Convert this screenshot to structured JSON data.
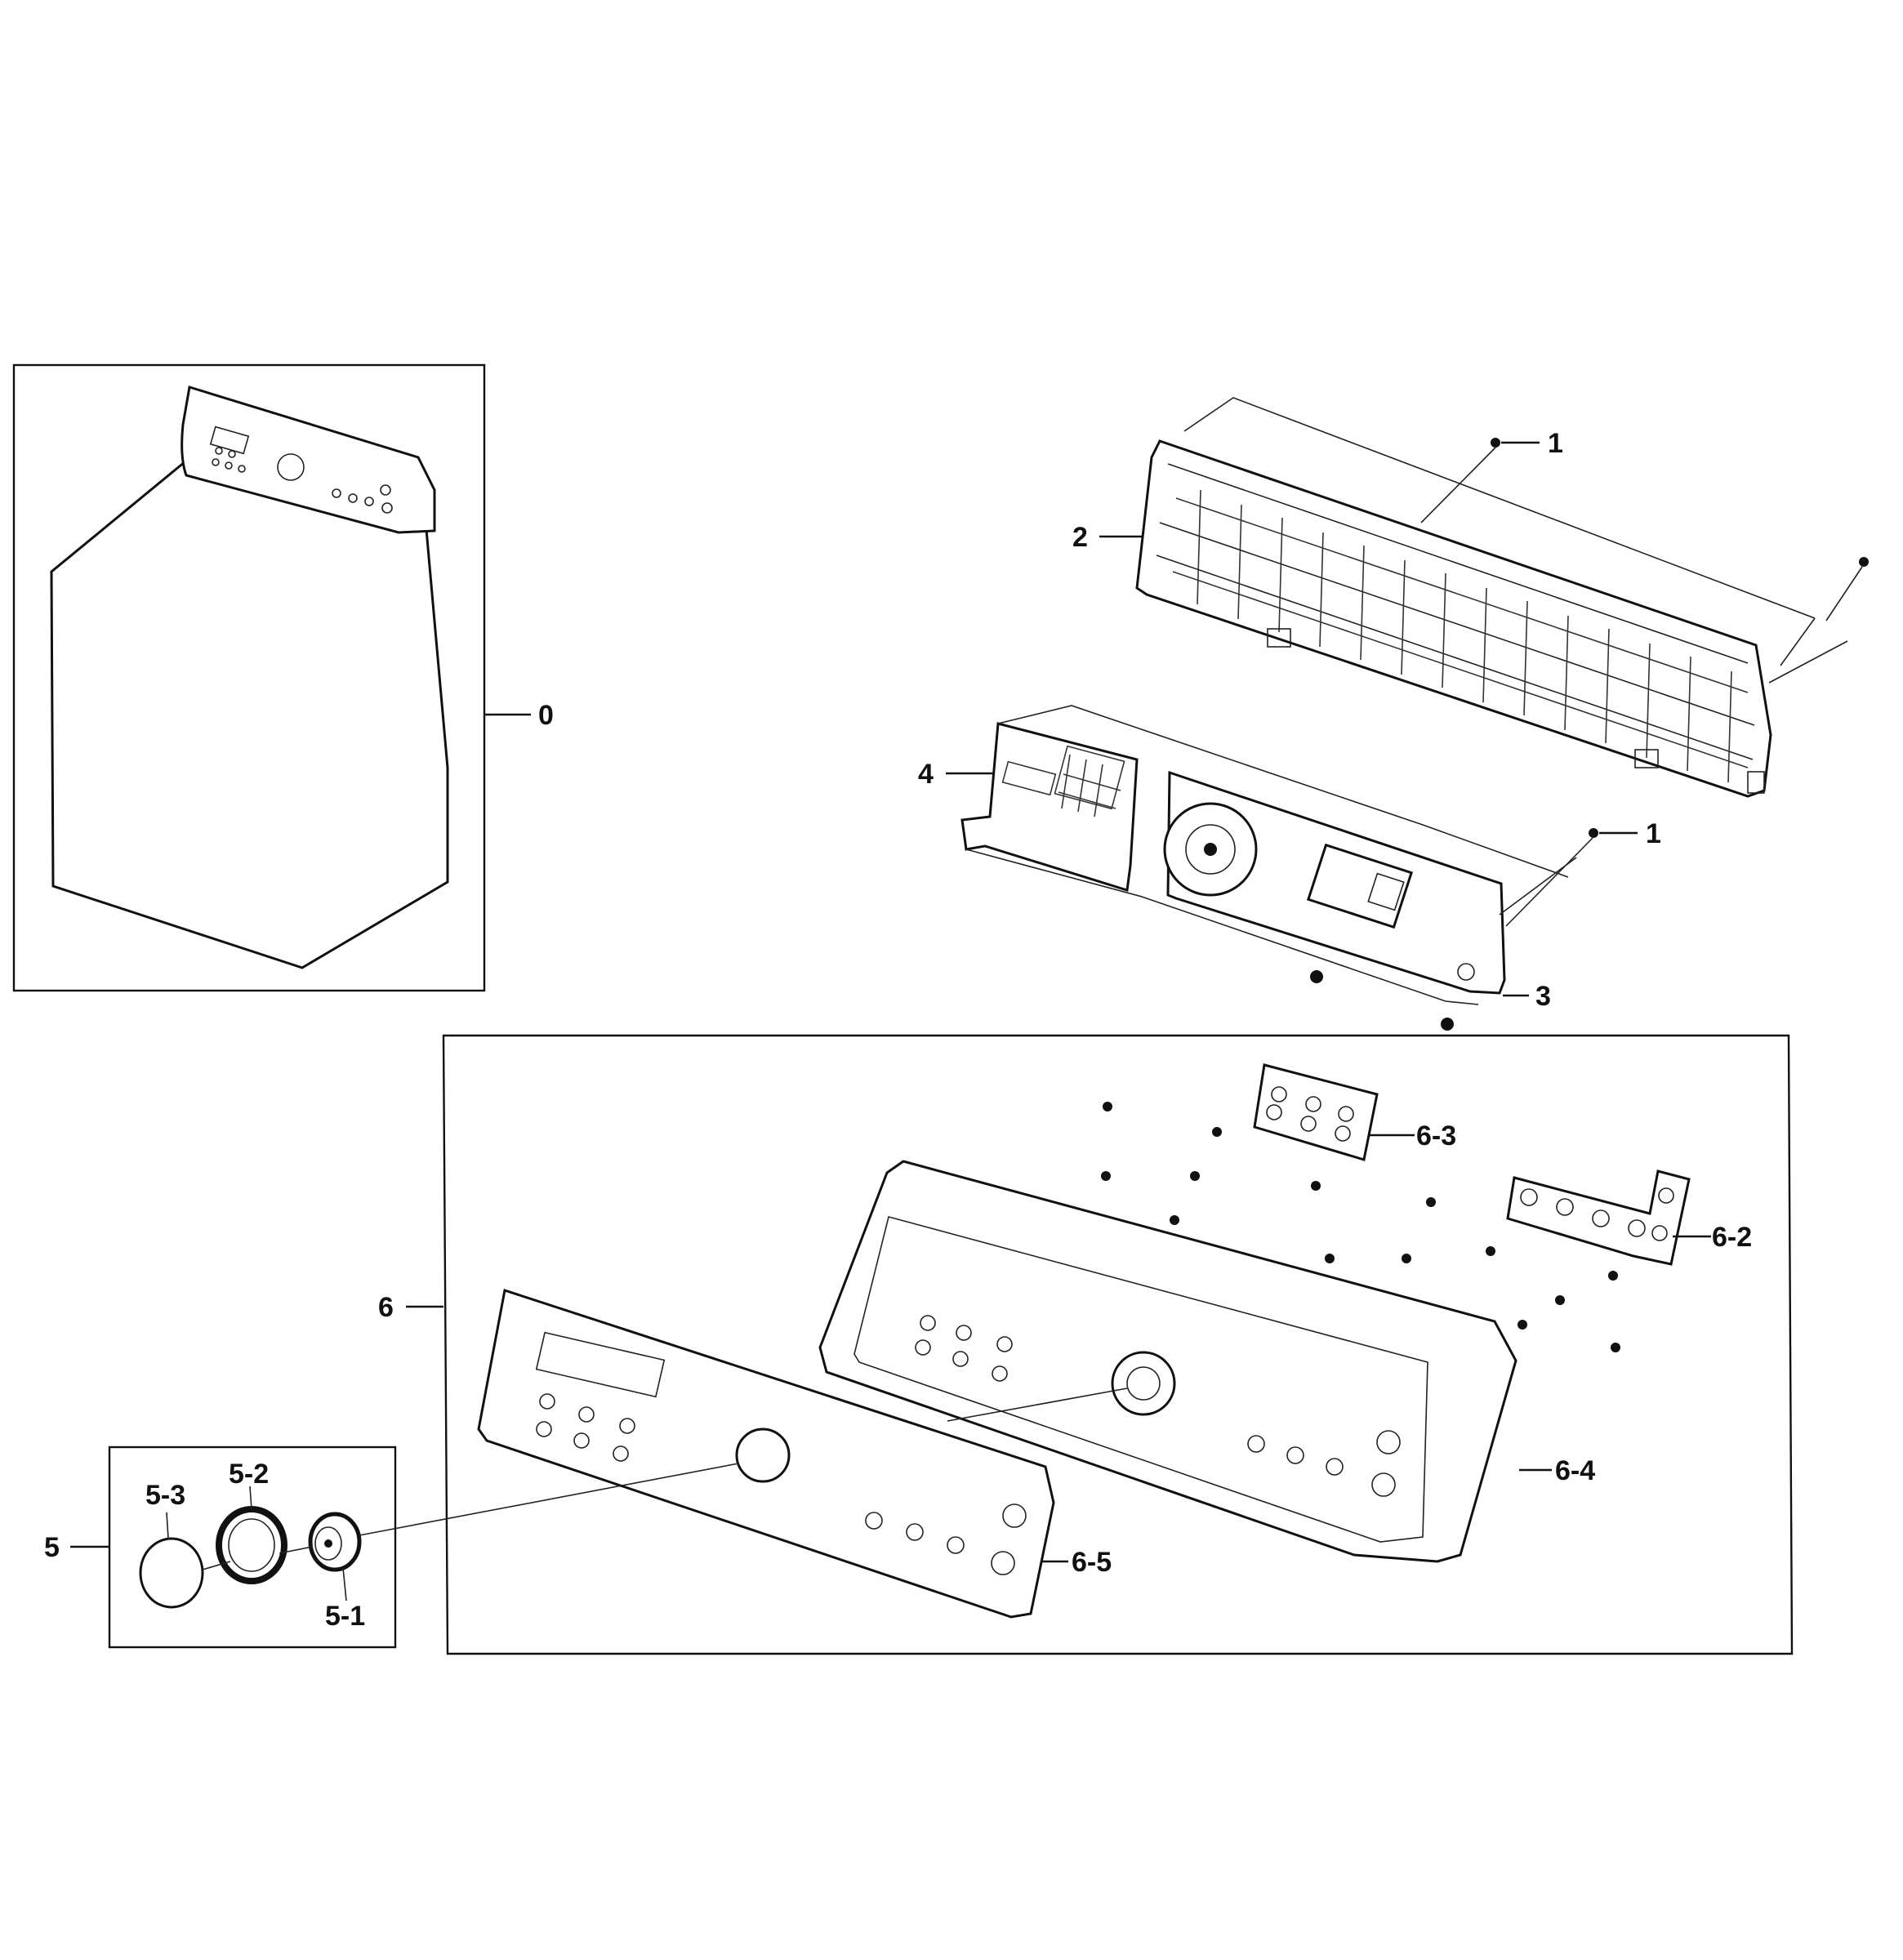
{
  "colors": {
    "line": "#111111",
    "background": "#ffffff"
  },
  "callouts": {
    "washer_assembly": "0",
    "screw_top": "1",
    "frame_control": "2",
    "pcb_assembly": "3",
    "holder_display": "4",
    "screw_pcb": "1",
    "knob_assembly": "5",
    "knob_base": "5-1",
    "knob_ring": "5-2",
    "knob_cap": "5-3",
    "panel_assembly": "6",
    "pcb_sub_right": "6-2",
    "pcb_sub_top": "6-3",
    "control_panel": "6-4",
    "panel_decal": "6-5"
  }
}
